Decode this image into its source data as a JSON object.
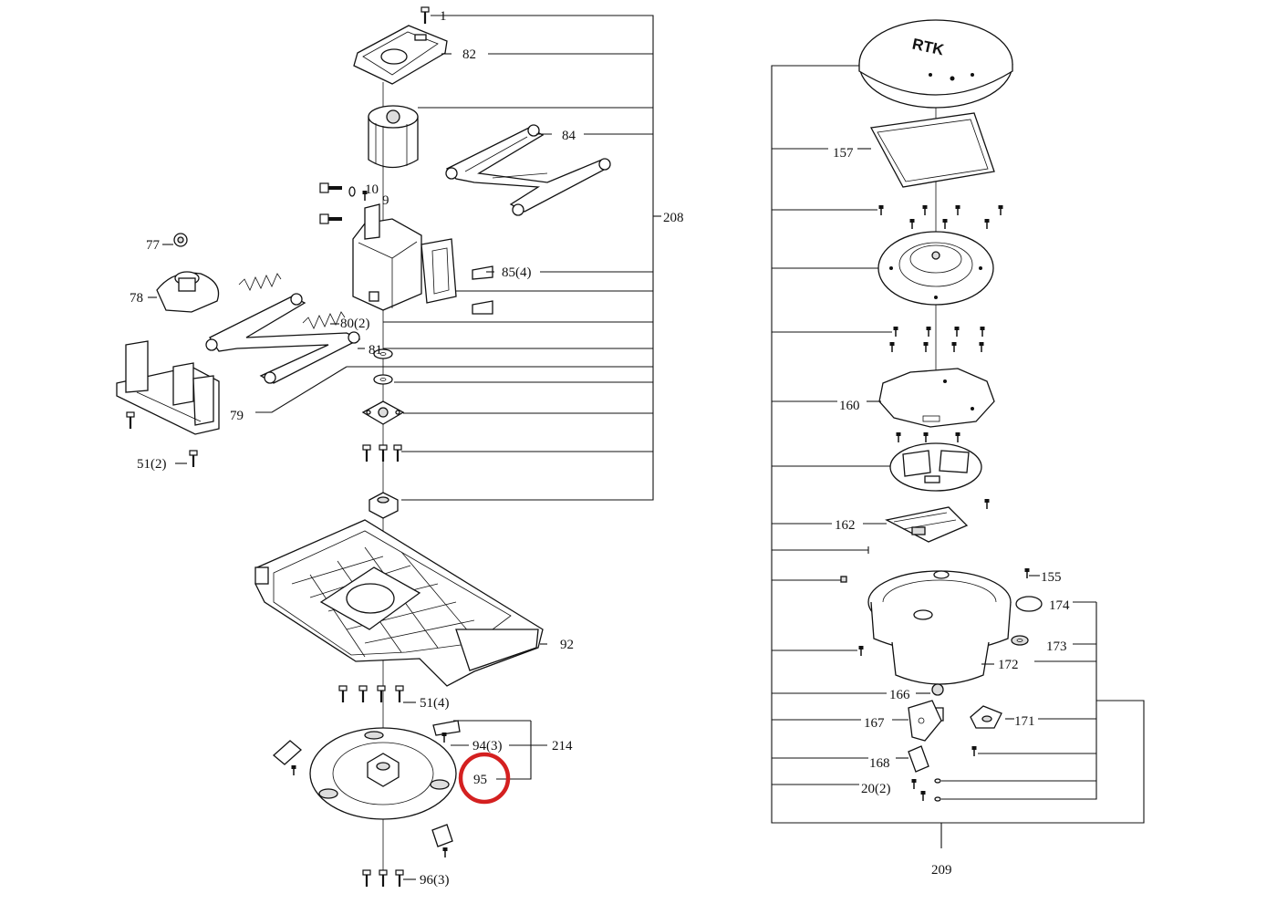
{
  "diagram": {
    "left_assembly": {
      "labels": {
        "p1": "1",
        "p82": "82",
        "p84": "84",
        "p10": "10",
        "p9": "9",
        "p208": "208",
        "p77": "77",
        "p78": "78",
        "p85": "85(4)",
        "p80": "80(2)",
        "p81": "81",
        "p79": "79",
        "p51a": "51(2)",
        "p92": "92",
        "p51b": "51(4)",
        "p94": "94(3)",
        "p214": "214",
        "p95": "95",
        "p96": "96(3)"
      }
    },
    "right_assembly": {
      "cover_text": "RTK",
      "labels": {
        "p157": "157",
        "p160": "160",
        "p162": "162",
        "p155": "155",
        "p174": "174",
        "p173": "173",
        "p172": "172",
        "p166": "166",
        "p171": "171",
        "p167": "167",
        "p168": "168",
        "p20": "20(2)",
        "p209": "209"
      }
    },
    "highlight": {
      "target": "95",
      "color": "#d42020"
    }
  }
}
